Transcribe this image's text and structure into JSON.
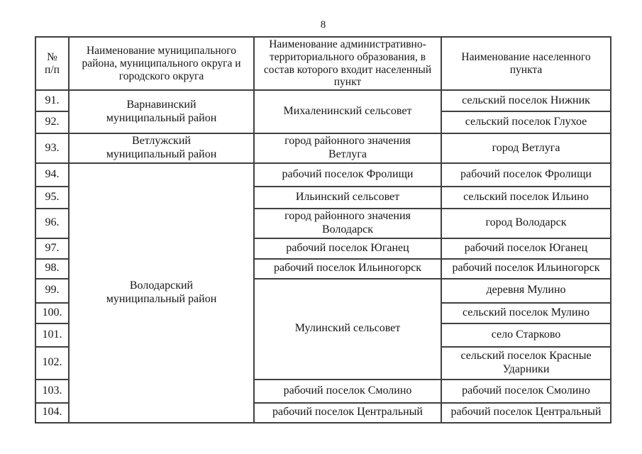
{
  "page_number": "8",
  "table": {
    "headers": [
      "№\nп/п",
      "Наименование муниципального\nрайона, муниципального округа и\nгородского округа",
      "Наименование административно-\nтерриториального образования, в\nсостав которого входит населенный\nпункт",
      "Наименование населенного пункта"
    ],
    "rows": [
      {
        "num": "91.",
        "district": "Варнавинский\nмуниципальный район",
        "district_rowspan": 2,
        "ato": "Михаленинский сельсовет",
        "ato_rowspan": 2,
        "settlement": "сельский поселок Нижник"
      },
      {
        "num": "92.",
        "settlement": "сельский поселок Глухое"
      },
      {
        "num": "93.",
        "district": "Ветлужский\nмуниципальный район",
        "district_rowspan": 1,
        "ato": "город районного значения\nВетлуга",
        "ato_rowspan": 1,
        "settlement": "город Ветлуга"
      },
      {
        "num": "94.",
        "district": "Володарский\nмуниципальный район",
        "district_rowspan": 11,
        "ato": "рабочий поселок Фролищи",
        "ato_rowspan": 1,
        "settlement": "рабочий поселок Фролищи"
      },
      {
        "num": "95.",
        "ato": "Ильинский сельсовет",
        "ato_rowspan": 1,
        "settlement": "сельский поселок Ильино"
      },
      {
        "num": "96.",
        "ato": "город районного значения\nВолодарск",
        "ato_rowspan": 1,
        "settlement": "город Володарск"
      },
      {
        "num": "97.",
        "ato": "рабочий поселок Юганец",
        "ato_rowspan": 1,
        "settlement": "рабочий поселок Юганец"
      },
      {
        "num": "98.",
        "ato": "рабочий поселок Ильиногорск",
        "ato_rowspan": 1,
        "settlement": "рабочий поселок Ильиногорск"
      },
      {
        "num": "99.",
        "ato": "Мулинский сельсовет",
        "ato_rowspan": 4,
        "settlement": "деревня Мулино"
      },
      {
        "num": "100.",
        "settlement": "сельский поселок Мулино"
      },
      {
        "num": "101.",
        "settlement": "село Старково"
      },
      {
        "num": "102.",
        "settlement": "сельский поселок Красные\nУдарники"
      },
      {
        "num": "103.",
        "ato": "рабочий поселок Смолино",
        "ato_rowspan": 1,
        "settlement": "рабочий поселок Смолино"
      },
      {
        "num": "104.",
        "ato": "рабочий поселок Центральный",
        "ato_rowspan": 1,
        "settlement": "рабочий поселок Центральный"
      }
    ]
  }
}
